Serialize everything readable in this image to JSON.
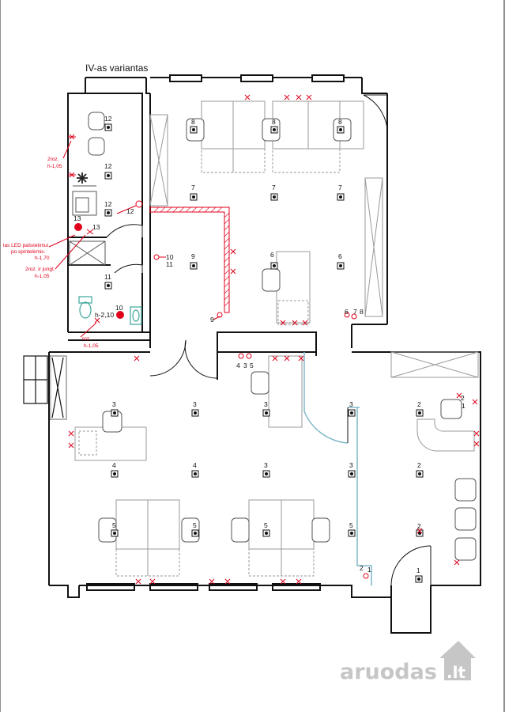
{
  "title": "IV-as variantas",
  "watermark": {
    "brand": "aruodas",
    "suffix": ".lt"
  },
  "annotations": {
    "two_outlets": [
      "2roz.",
      "h-1,05"
    ],
    "led_light": [
      "las LED pašvietimui",
      "po spintelėmis.",
      "h-1,70"
    ],
    "outlet_switch": [
      "2roz. ir jungt.",
      "h-1,05"
    ],
    "outlet": [
      "roz.",
      "h-1,05"
    ],
    "height": "h-2,10"
  },
  "fixture_numbers": {
    "f12a": "12",
    "f12b": "12",
    "f12c": "12",
    "f12d": "12",
    "f13a": "13",
    "f13b": "13",
    "f11a": "11",
    "f11b": "11",
    "f10a": "10",
    "f10b": "10",
    "f9a": "9",
    "f9b": "9",
    "f8a": "8",
    "f8b": "8",
    "f8c": "8",
    "f8d": "8",
    "f7a": "7",
    "f7b": "7",
    "f7c": "7",
    "f7d": "7",
    "f6a": "6",
    "f6b": "6",
    "f6c": "6",
    "f5a": "5",
    "f5b": "5",
    "f5c": "5",
    "f5d": "5",
    "f5e": "5",
    "f4a": "4",
    "f4b": "4",
    "f4c": "4",
    "f3a": "3",
    "f3b": "3",
    "f3c": "3",
    "f3d": "3",
    "f3e": "3",
    "f3f": "3",
    "f3g": "3",
    "f2a": "2",
    "f2b": "2",
    "f2c": "2",
    "f2d": "2",
    "f2e": "2",
    "f1a": "1",
    "f1b": "1",
    "f1c": "1"
  },
  "colors": {
    "wall": "#111111",
    "electrical": "#e0001b",
    "partition": "#7fb8c8",
    "furniture": "#9a9a9a",
    "watermark": "#c6c6c6",
    "watermark_accent": "#b9b9b9"
  },
  "icons": [
    "ceiling-light-icon",
    "outlet-icon",
    "toilet-icon",
    "sink-icon",
    "door-icon",
    "chair-icon",
    "desk-icon"
  ]
}
